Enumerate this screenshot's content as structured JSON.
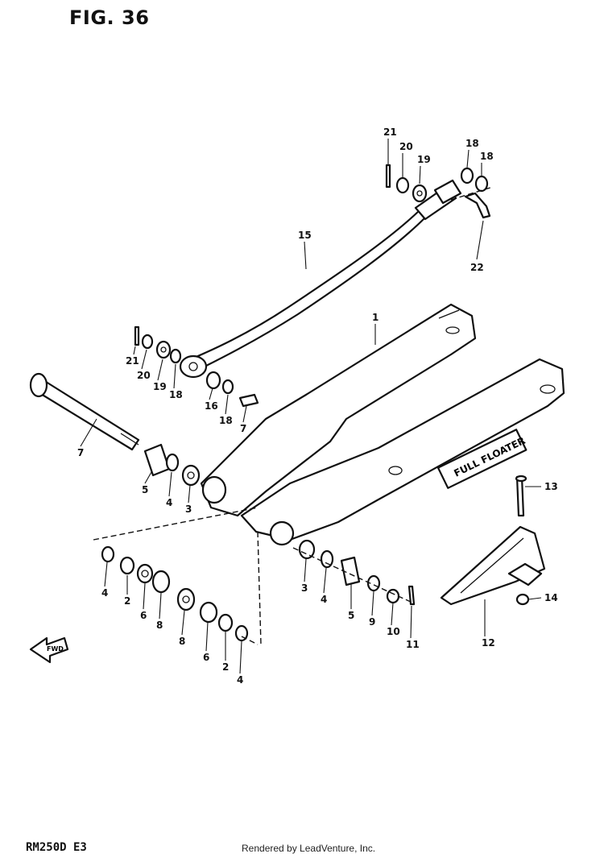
{
  "figure": {
    "title": "FIG. 36"
  },
  "footer": {
    "model": "RM250D  E3",
    "credit": "Rendered by LeadVenture, Inc."
  },
  "frame_marks": {
    "fwd": "FWD",
    "full_floater": "FULL FLOATER"
  },
  "callouts": [
    {
      "id": "c-1",
      "text": "1"
    },
    {
      "id": "c-2a",
      "text": "2"
    },
    {
      "id": "c-2b",
      "text": "2"
    },
    {
      "id": "c-3a",
      "text": "3"
    },
    {
      "id": "c-3b",
      "text": "3"
    },
    {
      "id": "c-4a",
      "text": "4"
    },
    {
      "id": "c-4b",
      "text": "4"
    },
    {
      "id": "c-4c",
      "text": "4"
    },
    {
      "id": "c-4d",
      "text": "4"
    },
    {
      "id": "c-5a",
      "text": "5"
    },
    {
      "id": "c-5b",
      "text": "5"
    },
    {
      "id": "c-6a",
      "text": "6"
    },
    {
      "id": "c-6b",
      "text": "6"
    },
    {
      "id": "c-7a",
      "text": "7"
    },
    {
      "id": "c-7b",
      "text": "7"
    },
    {
      "id": "c-8a",
      "text": "8"
    },
    {
      "id": "c-8b",
      "text": "8"
    },
    {
      "id": "c-9",
      "text": "9"
    },
    {
      "id": "c-10",
      "text": "10"
    },
    {
      "id": "c-11",
      "text": "11"
    },
    {
      "id": "c-12",
      "text": "12"
    },
    {
      "id": "c-13",
      "text": "13"
    },
    {
      "id": "c-14",
      "text": "14"
    },
    {
      "id": "c-15",
      "text": "15"
    },
    {
      "id": "c-16",
      "text": "16"
    },
    {
      "id": "c-18a",
      "text": "18"
    },
    {
      "id": "c-18b",
      "text": "18"
    },
    {
      "id": "c-18c",
      "text": "18"
    },
    {
      "id": "c-18d",
      "text": "18"
    },
    {
      "id": "c-19a",
      "text": "19"
    },
    {
      "id": "c-19b",
      "text": "19"
    },
    {
      "id": "c-20a",
      "text": "20"
    },
    {
      "id": "c-20b",
      "text": "20"
    },
    {
      "id": "c-21a",
      "text": "21"
    },
    {
      "id": "c-21b",
      "text": "21"
    },
    {
      "id": "c-22",
      "text": "22"
    }
  ]
}
